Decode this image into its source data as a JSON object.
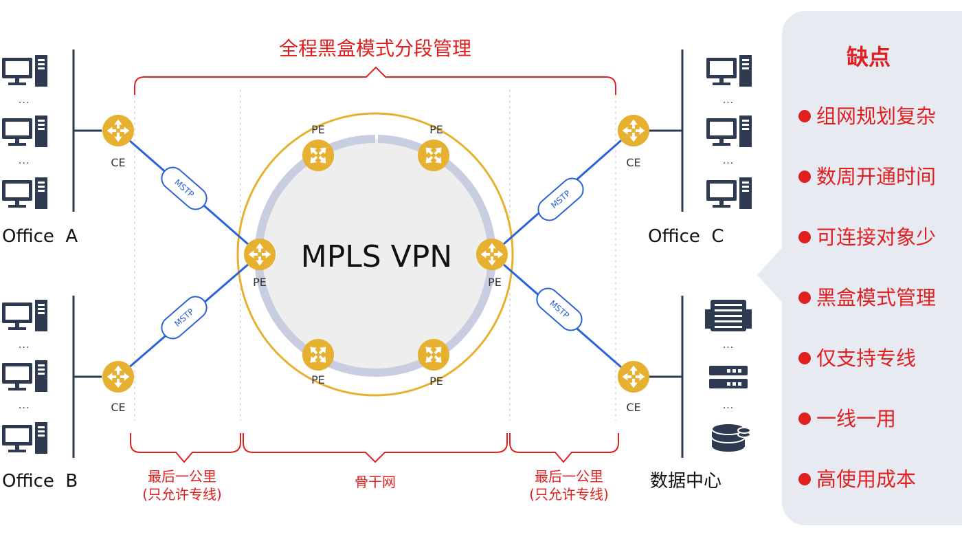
{
  "diagram": {
    "top_bracket_label": "全程黑盒模式分段管理",
    "center_label": "MPLS VPN",
    "ce_label": "CE",
    "pe_label": "PE",
    "link_label": "MSTP",
    "ellipsis": "...",
    "sites": {
      "office_a": "Office  A",
      "office_b": "Office  B",
      "office_c": "Office  C",
      "data_center": "数据中心"
    },
    "segments": {
      "left_last_mile_line1": "最后一公里",
      "left_last_mile_line2": "(只允许专线)",
      "backbone": "骨干网",
      "right_last_mile_line1": "最后一公里",
      "right_last_mile_line2": "(只允许专线)"
    },
    "colors": {
      "accent_red": "#e02020",
      "router_gold": "#e6b030",
      "ring_gold": "#e6b030",
      "link_blue": "#2a62d8",
      "arc_grey": "#c8cee0",
      "device_slate": "#2e3a4f",
      "panel_bg": "#e8eaf2"
    }
  },
  "panel": {
    "title": "缺点",
    "items": [
      "组网规划复杂",
      "数周开通时间",
      "可连接对象少",
      "黑盒模式管理",
      "仅支持专线",
      "一线一用",
      "高使用成本"
    ]
  }
}
